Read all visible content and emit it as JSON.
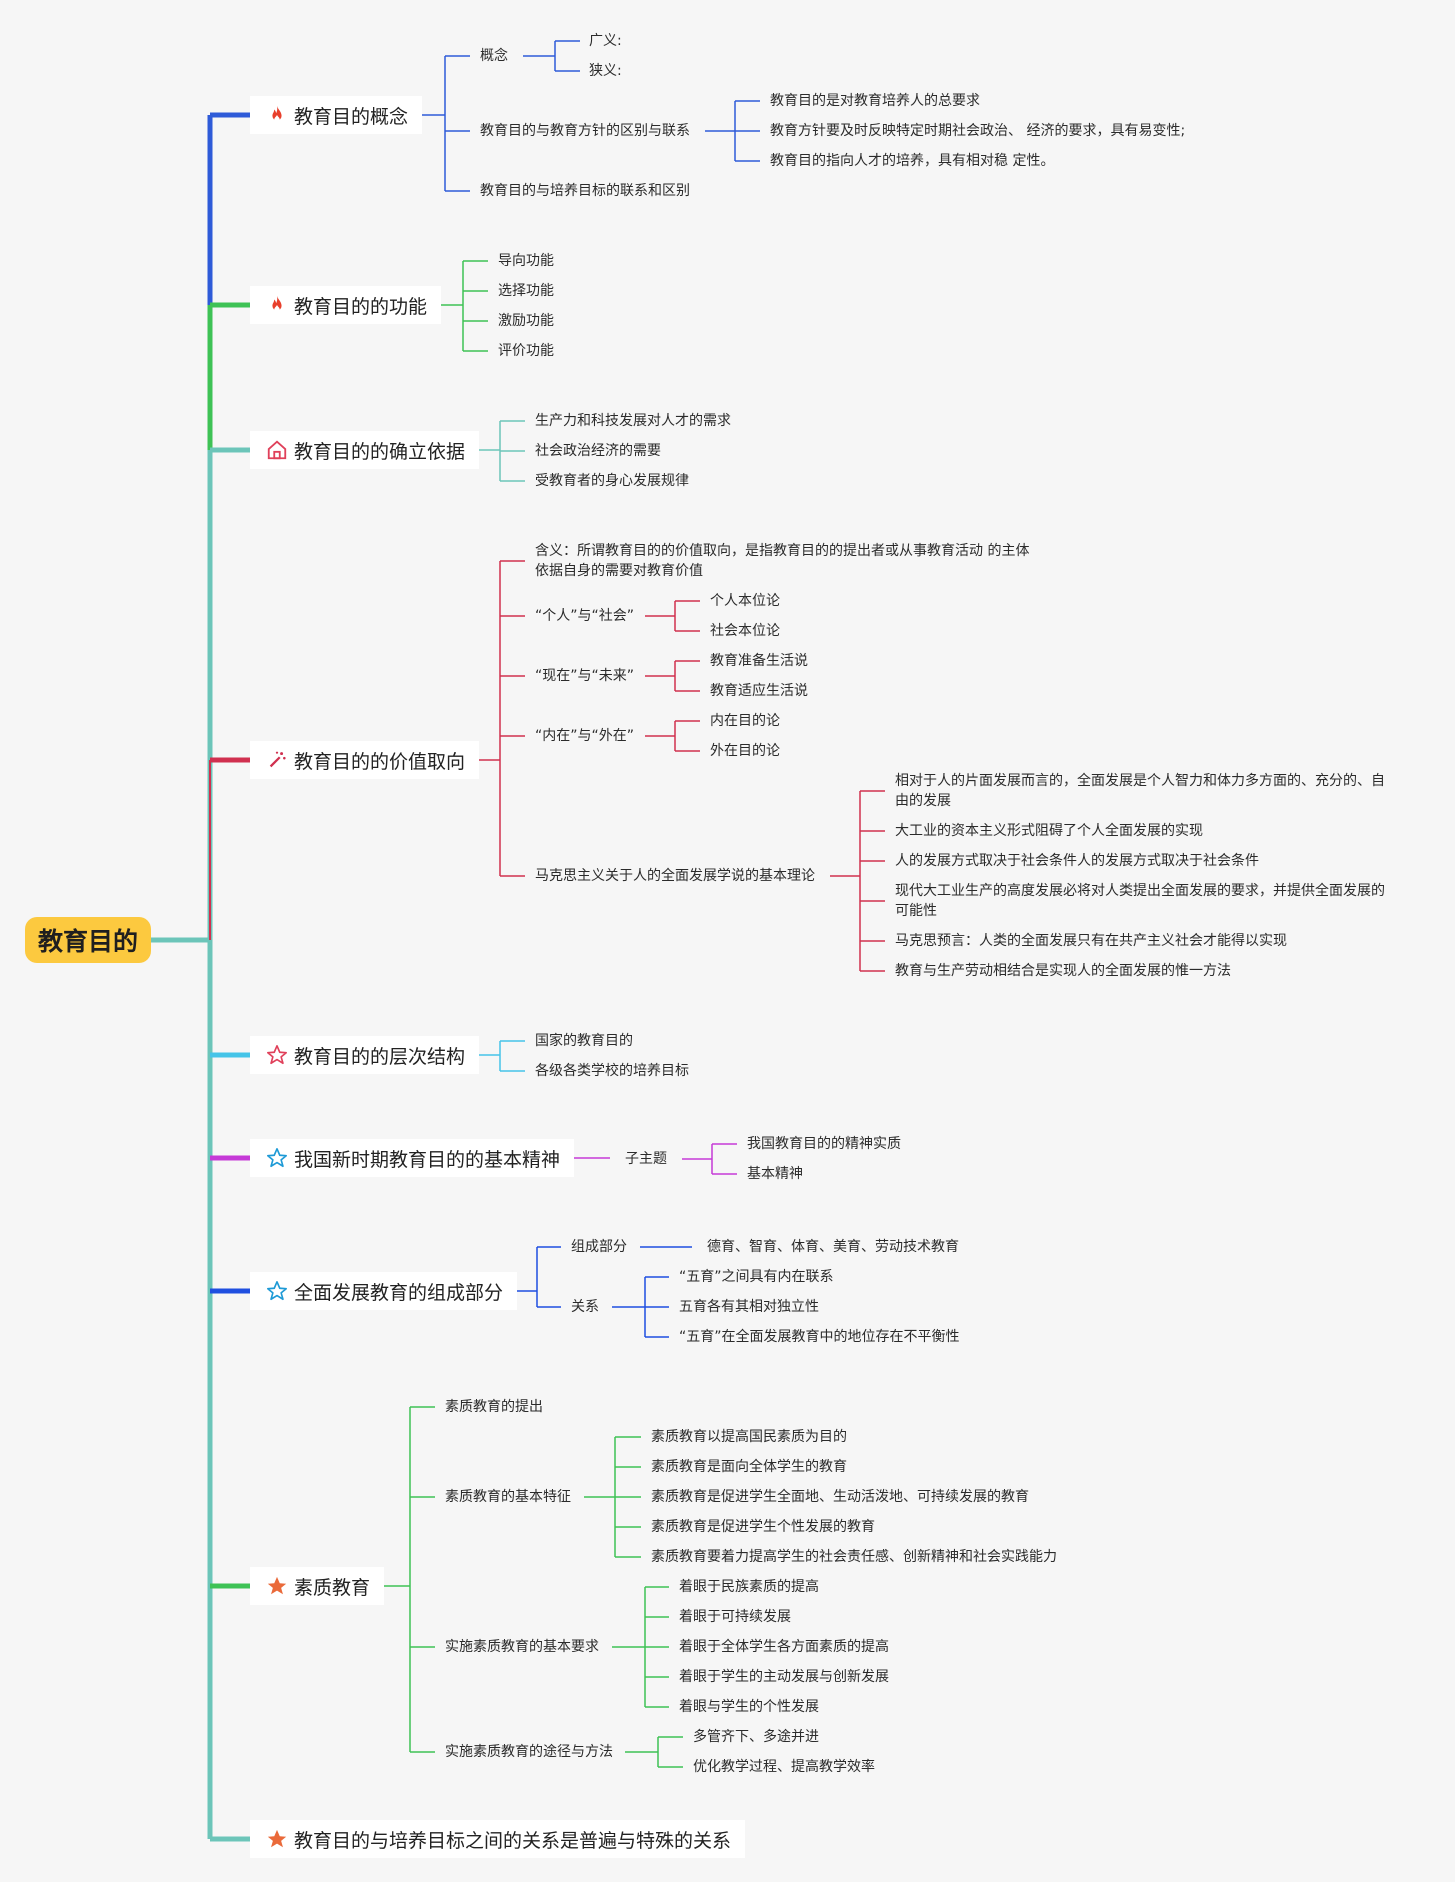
{
  "root": "教育目的",
  "colors": {
    "trunk": "#6cc5b9",
    "b1": "#2e5bd8",
    "b2": "#3ec255",
    "b3": "#6cc5b9",
    "b4": "#d0304f",
    "b5": "#45c4e8",
    "b6": "#c53ad7",
    "b7": "#1f4fe0",
    "b8": "#3ec255",
    "b9": "#6cc5b9"
  },
  "branches": {
    "b1": {
      "icon": "fire-icon",
      "label": "教育目的概念",
      "c1": "概念",
      "c1a": "广义:",
      "c1b": "狭义:",
      "c2": "教育目的与教育方针的区别与联系",
      "c2a": "教育目的是对教育培养人的总要求",
      "c2b": "教育方针要及时反映特定时期社会政治、 经济的要求，具有易变性;",
      "c2c": "教育目的指向人才的培养，具有相对稳 定性。",
      "c3": "教育目的与培养目标的联系和区别"
    },
    "b2": {
      "icon": "fire-icon",
      "label": "教育目的的功能",
      "items": [
        "导向功能",
        "选择功能",
        "激励功能",
        "评价功能"
      ]
    },
    "b3": {
      "icon": "house-icon",
      "label": "教育目的的确立依据",
      "items": [
        "生产力和科技发展对人才的需求",
        "社会政治经济的需要",
        "受教育者的身心发展规律"
      ]
    },
    "b4": {
      "icon": "wand-icon",
      "label": "教育目的的价值取向",
      "meaning": "含义：所谓教育目的的价值取向，是指教育目的的提出者或从事教育活动 的主体依据自身的需要对教育价值",
      "p1": "“个人”与“社会”",
      "p1a": "个人本位论",
      "p1b": "社会本位论",
      "p2": "“现在”与“未来”",
      "p2a": "教育准备生活说",
      "p2b": "教育适应生活说",
      "p3": "“内在”与“外在”",
      "p3a": "内在目的论",
      "p3b": "外在目的论",
      "marx": "马克思主义关于人的全面发展学说的基本理论",
      "m1": "相对于人的片面发展而言的，全面发展是个人智力和体力多方面的、充分的、自由的发展",
      "m2": "大工业的资本主义形式阻碍了个人全面发展的实现",
      "m3": "人的发展方式取决于社会条件人的发展方式取决于社会条件",
      "m4": "现代大工业生产的高度发展必将对人类提出全面发展的要求，并提供全面发展的可能性",
      "m5": "马克思预言：人类的全面发展只有在共产主义社会才能得以实现",
      "m6": "教育与生产劳动相结合是实现人的全面发展的惟一方法"
    },
    "b5": {
      "icon": "star-outline-icon",
      "label": "教育目的的层次结构",
      "items": [
        "国家的教育目的",
        "各级各类学校的培养目标"
      ]
    },
    "b6": {
      "icon": "star-outline-icon",
      "label": "我国新时期教育目的的基本精神",
      "sub": "子主题",
      "items": [
        "我国教育目的的精神实质",
        "基本精神"
      ]
    },
    "b7": {
      "icon": "star-outline-icon",
      "label": "全面发展教育的组成部分",
      "c1": "组成部分",
      "c1a": "德育、智育、体育、美育、劳动技术教育",
      "c2": "关系",
      "items": [
        "“五育”之间具有内在联系",
        "五育各有其相对独立性",
        "“五育”在全面发展教育中的地位存在不平衡性"
      ]
    },
    "b8": {
      "icon": "star-filled-icon",
      "label": "素质教育",
      "c1": "素质教育的提出",
      "c2": "素质教育的基本特征",
      "c2items": [
        "素质教育以提高国民素质为目的",
        "素质教育是面向全体学生的教育",
        "素质教育是促进学生全面地、生动活泼地、可持续发展的教育",
        "素质教育是促进学生个性发展的教育",
        "素质教育要着力提高学生的社会责任感、创新精神和社会实践能力"
      ],
      "c3": "实施素质教育的基本要求",
      "c3items": [
        "着眼于民族素质的提高",
        "着眼于可持续发展",
        "着眼于全体学生各方面素质的提高",
        "着眼于学生的主动发展与创新发展",
        "着眼与学生的个性发展"
      ],
      "c4": "实施素质教育的途径与方法",
      "c4items": [
        "多管齐下、多途并进",
        "优化教学过程、提高教学效率"
      ]
    },
    "b9": {
      "icon": "star-filled-icon",
      "label": "教育目的与培养目标之间的关系是普遍与特殊的关系"
    }
  }
}
